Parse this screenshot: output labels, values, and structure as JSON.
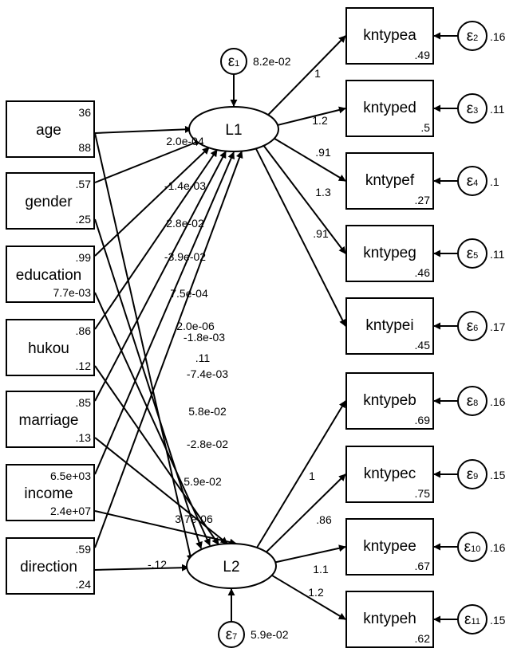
{
  "latents": [
    {
      "id": "L1",
      "label": "L1",
      "error": "ε1",
      "error_var": "8.2e-02"
    },
    {
      "id": "L2",
      "label": "L2",
      "error": "ε7",
      "error_var": "5.9e-02"
    }
  ],
  "predictors": [
    {
      "id": "age",
      "label": "age",
      "mean": "36",
      "var": "88"
    },
    {
      "id": "gender",
      "label": "gender",
      "mean": ".57",
      "var": ".25"
    },
    {
      "id": "education",
      "label": "education",
      "mean": ".99",
      "var": "7.7e-03"
    },
    {
      "id": "hukou",
      "label": "hukou",
      "mean": ".86",
      "var": ".12"
    },
    {
      "id": "marriage",
      "label": "marriage",
      "mean": ".85",
      "var": ".13"
    },
    {
      "id": "income",
      "label": "income",
      "mean": "6.5e+03",
      "var": "2.4e+07"
    },
    {
      "id": "direction",
      "label": "direction",
      "mean": ".59",
      "var": ".24"
    }
  ],
  "indicators": [
    {
      "id": "kntypea",
      "label": "kntypea",
      "intercept": ".49",
      "error": "ε2",
      "error_var": ".16",
      "loading": "1",
      "factor": "L1"
    },
    {
      "id": "kntyped",
      "label": "kntyped",
      "intercept": ".5",
      "error": "ε3",
      "error_var": ".11",
      "loading": "1.2",
      "factor": "L1"
    },
    {
      "id": "kntypef",
      "label": "kntypef",
      "intercept": ".27",
      "error": "ε4",
      "error_var": ".1",
      "loading": ".91",
      "factor": "L1"
    },
    {
      "id": "kntypeg",
      "label": "kntypeg",
      "intercept": ".46",
      "error": "ε5",
      "error_var": ".11",
      "loading": "1.3",
      "factor": "L1"
    },
    {
      "id": "kntypei",
      "label": "kntypei",
      "intercept": ".45",
      "error": "ε6",
      "error_var": ".17",
      "loading": ".91",
      "factor": "L1"
    },
    {
      "id": "kntypeb",
      "label": "kntypeb",
      "intercept": ".69",
      "error": "ε8",
      "error_var": ".16",
      "loading": "1",
      "factor": "L2"
    },
    {
      "id": "kntypec",
      "label": "kntypec",
      "intercept": ".75",
      "error": "ε9",
      "error_var": ".15",
      "loading": ".86",
      "factor": "L2"
    },
    {
      "id": "kntypee",
      "label": "kntypee",
      "intercept": ".67",
      "error": "ε10",
      "error_var": ".16",
      "loading": "1.1",
      "factor": "L2"
    },
    {
      "id": "kntypeh",
      "label": "kntypeh",
      "intercept": ".62",
      "error": "ε11",
      "error_var": ".15",
      "loading": "1.2",
      "factor": "L2"
    }
  ],
  "paths": [
    {
      "from": "age",
      "to": "L1",
      "coef": "2.0e-04"
    },
    {
      "from": "gender",
      "to": "L1",
      "coef": "-1.4e-03"
    },
    {
      "from": "education",
      "to": "L1",
      "coef": "2.8e-02"
    },
    {
      "from": "hukou",
      "to": "L1",
      "coef": "-3.9e-02"
    },
    {
      "from": "marriage",
      "to": "L1",
      "coef": "7.5e-04"
    },
    {
      "from": "income",
      "to": "L1",
      "coef": "2.0e-06"
    },
    {
      "from": "direction",
      "to": "L1",
      "coef": "-1.8e-03"
    },
    {
      "from": "age",
      "to": "L2",
      "coef": ".11"
    },
    {
      "from": "gender",
      "to": "L2",
      "coef": "-7.4e-03"
    },
    {
      "from": "education",
      "to": "L2",
      "coef": "5.8e-02"
    },
    {
      "from": "hukou",
      "to": "L2",
      "coef": "-2.8e-02"
    },
    {
      "from": "marriage",
      "to": "L2",
      "coef": "5.9e-02"
    },
    {
      "from": "income",
      "to": "L2",
      "coef": "3.7e-06"
    },
    {
      "from": "direction",
      "to": "L2",
      "coef": "-.12"
    }
  ]
}
